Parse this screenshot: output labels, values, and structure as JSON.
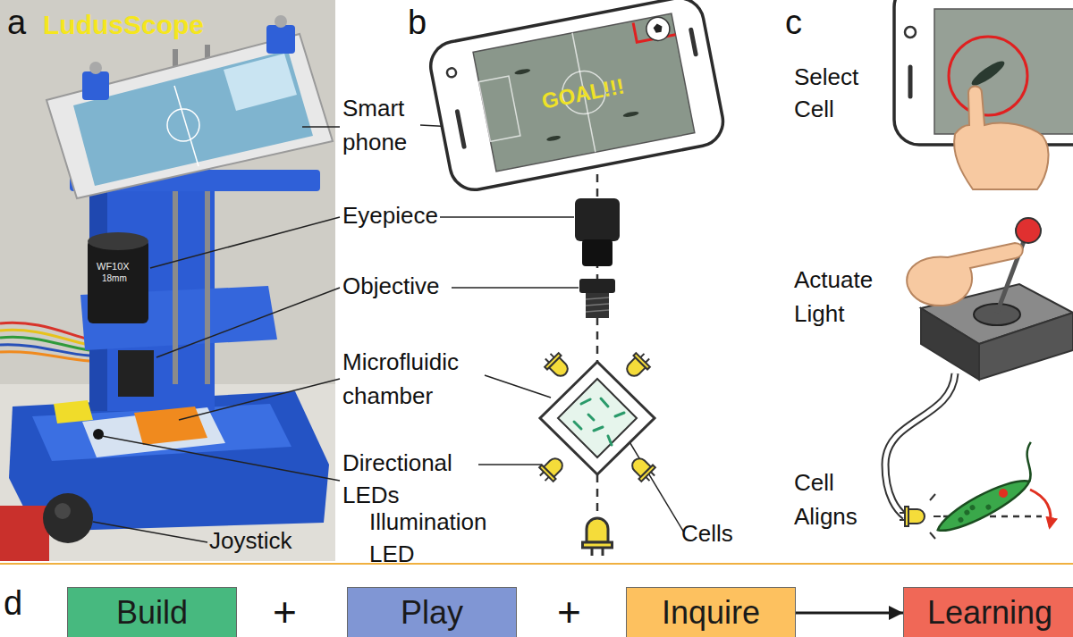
{
  "diagram": {
    "nodes": [
      {
        "text": [
          "Build"
        ]
      },
      {
        "text": [
          "Play"
        ]
      },
      {
        "text": [
          "Inquire"
        ]
      },
      {
        "text": [
          "Learning"
        ]
      }
    ],
    "edges": [
      {
        "from": 2,
        "to": 3,
        "arrow": "to"
      }
    ],
    "labels": [
      "a",
      "LudusScope",
      "b",
      "c",
      "Smart phone",
      "Eyepiece",
      "Objective",
      "Microfluidic chamber",
      "Directional LEDs",
      "Joystick",
      "WF10X",
      "18mm",
      "GOAL!!!",
      "Illumination LED",
      "Cells",
      "Select Cell",
      "Actuate Light",
      "Cell Aligns",
      "d",
      "+",
      "+"
    ]
  }
}
